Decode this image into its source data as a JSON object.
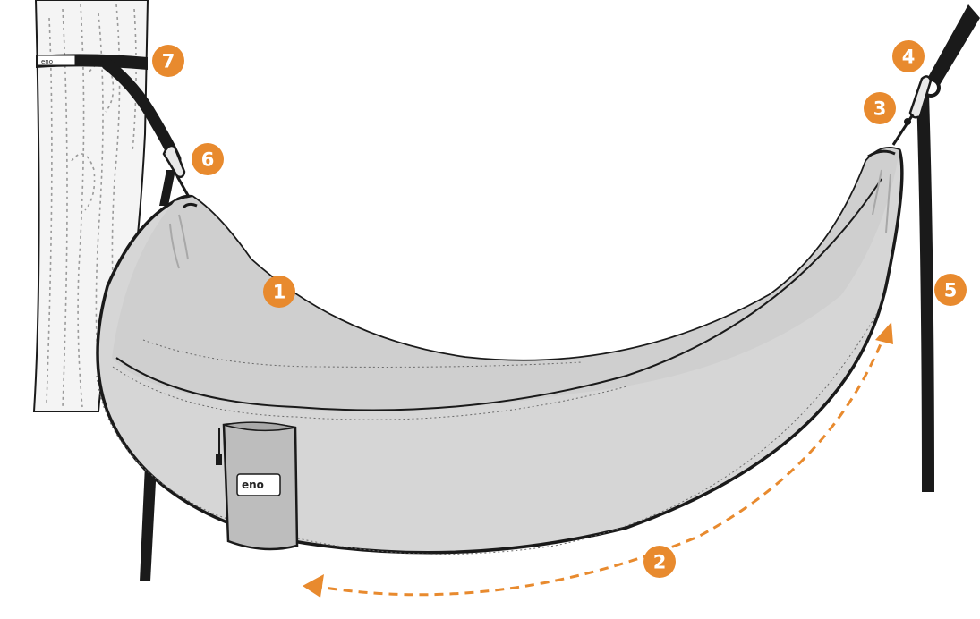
{
  "colors": {
    "callout_fill": "#e88a2e",
    "callout_text": "#ffffff",
    "hammock_fill": "#d6d6d6",
    "hammock_shade": "#c2c2c2",
    "outline": "#1a1a1a",
    "strap": "#1a1a1a",
    "tree_fill": "#f4f4f4",
    "arrow": "#e88a2e"
  },
  "callouts": [
    {
      "id": "1",
      "label": "1",
      "refers_to": "hammock-body"
    },
    {
      "id": "2",
      "label": "2",
      "refers_to": "sway-arrow"
    },
    {
      "id": "3",
      "label": "3",
      "refers_to": "right-ridge-knot"
    },
    {
      "id": "4",
      "label": "4",
      "refers_to": "right-carabiner"
    },
    {
      "id": "5",
      "label": "5",
      "refers_to": "right-strap"
    },
    {
      "id": "6",
      "label": "6",
      "refers_to": "left-carabiner"
    },
    {
      "id": "7",
      "label": "7",
      "refers_to": "tree-strap"
    }
  ],
  "logo": {
    "brand": "eno",
    "tagline": "ENO"
  },
  "icons": {
    "carabiner": "carabiner-icon",
    "arrow": "curved-arrow-icon"
  }
}
